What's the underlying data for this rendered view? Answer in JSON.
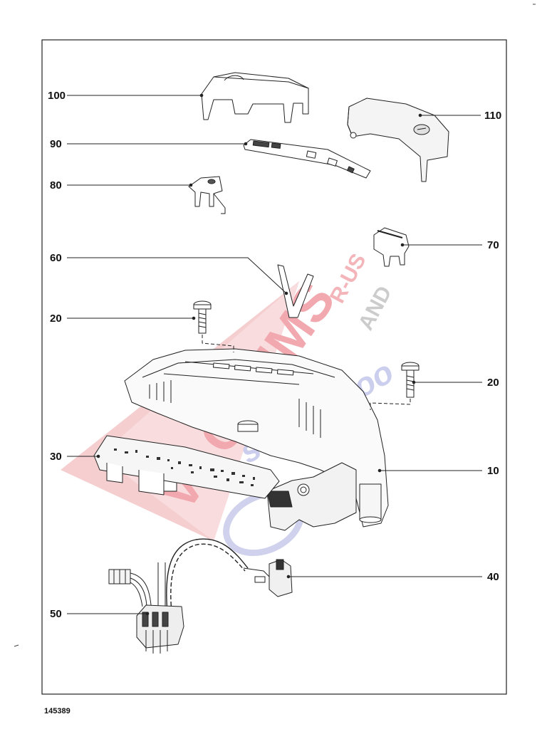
{
  "drawing_number": "145389",
  "watermark": {
    "main": "VACUUMS",
    "r_us": "R-US",
    "and": "AND",
    "sewing_too": "sewing too",
    "red": "#e8323c",
    "blue": "#2d3a9c",
    "grey": "#8a8a8a"
  },
  "callouts": [
    {
      "id": "100",
      "label": "100"
    },
    {
      "id": "110",
      "label": "110"
    },
    {
      "id": "90",
      "label": "90"
    },
    {
      "id": "80",
      "label": "80"
    },
    {
      "id": "70",
      "label": "70"
    },
    {
      "id": "60",
      "label": "60"
    },
    {
      "id": "20a",
      "label": "20"
    },
    {
      "id": "20b",
      "label": "20"
    },
    {
      "id": "30",
      "label": "30"
    },
    {
      "id": "10",
      "label": "10"
    },
    {
      "id": "40",
      "label": "40"
    },
    {
      "id": "50",
      "label": "50"
    }
  ]
}
